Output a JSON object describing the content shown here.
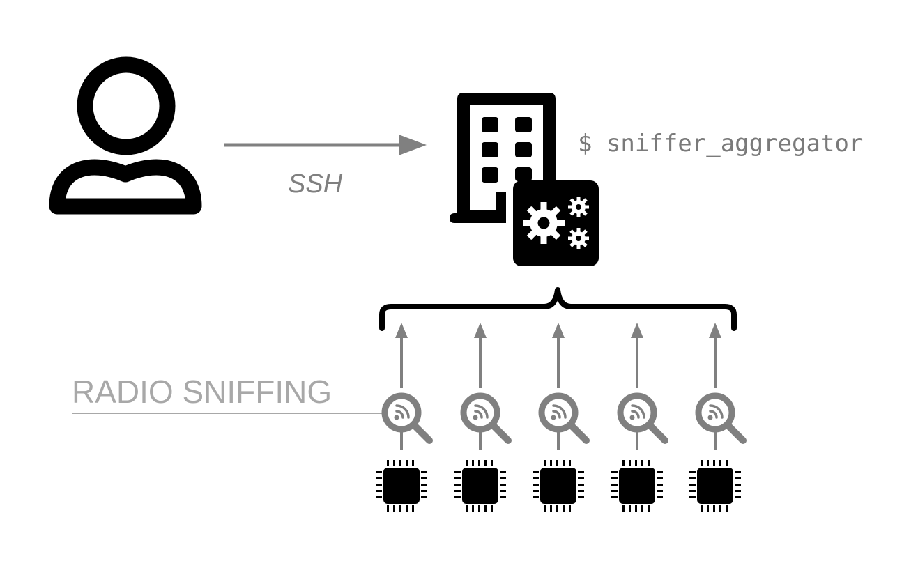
{
  "labels": {
    "ssh": "SSH",
    "command": "$ sniffer_aggregator",
    "radio_sniffing": "RADIO SNIFFING"
  },
  "nodes": {
    "user": {
      "icon": "user-icon"
    },
    "server": {
      "icon": "building-icon",
      "badge_icon": "gears-icon"
    },
    "sniffer_icon": "sniffer-search-icon",
    "device_icon": "microchip-icon",
    "sniffer_count": 5
  },
  "colors": {
    "icon": "#000000",
    "arrow": "#808080",
    "label_muted": "#a8a8a8",
    "command_text": "#7a7a7a"
  }
}
